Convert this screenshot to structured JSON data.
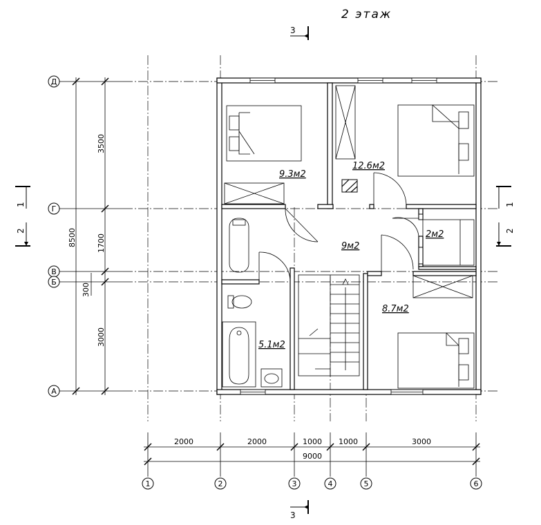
{
  "title": "2 этаж",
  "section_marks": {
    "left": "1",
    "right": "2",
    "top": "3",
    "bottom": "3"
  },
  "rooms": {
    "bedroom_nw": "9.3м2",
    "bedroom_ne": "12.6м2",
    "hall": "9м2",
    "closet": "2м2",
    "bedroom_se": "8.7м2",
    "bathroom": "5.1м2"
  },
  "left_axes": [
    "Д",
    "Г",
    "В",
    "Б",
    "А"
  ],
  "bottom_axes": [
    "1",
    "2",
    "3",
    "4",
    "5",
    "6"
  ],
  "vertical_dims": {
    "d1": "3500",
    "d2": "1700",
    "d3": "300",
    "d4": "3000",
    "total": "8500"
  },
  "horizontal_dims": {
    "d1": "2000",
    "d2": "2000",
    "d3": "1000",
    "d4": "1000",
    "d5": "3000",
    "total": "9000"
  }
}
